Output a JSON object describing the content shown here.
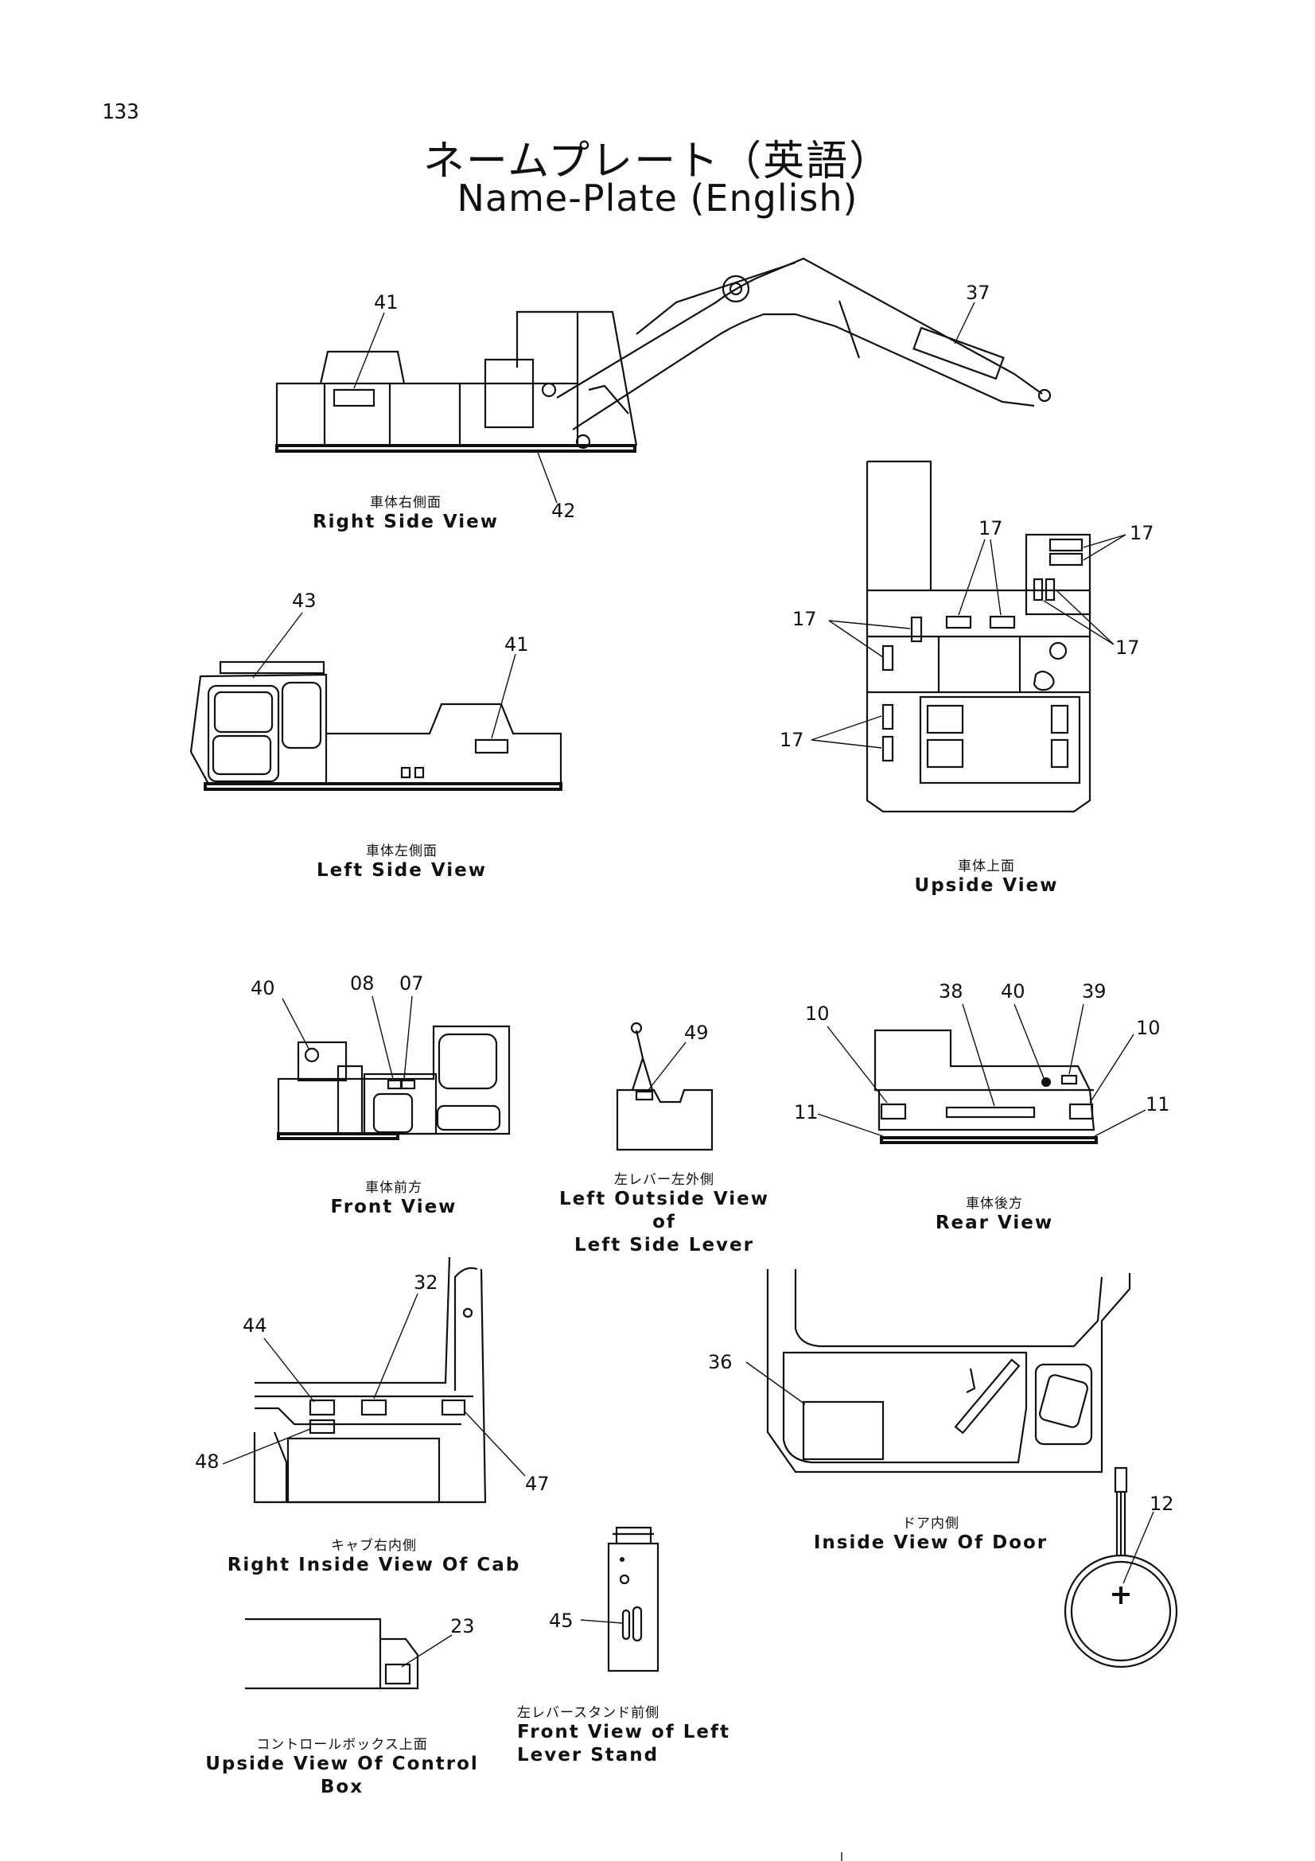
{
  "page_number": "133",
  "title": {
    "japanese": "ネームプレート（英語）",
    "english": "Name-Plate (English)"
  },
  "views": [
    {
      "id": "right-side",
      "caption_ja": "車体右側面",
      "caption_en": "Right Side View",
      "callouts": [
        "41",
        "37",
        "42"
      ]
    },
    {
      "id": "left-side",
      "caption_ja": "車体左側面",
      "caption_en": "Left Side View",
      "callouts": [
        "43",
        "41"
      ]
    },
    {
      "id": "upside",
      "caption_ja": "車体上面",
      "caption_en": "Upside View",
      "callouts": [
        "17",
        "17",
        "17",
        "17",
        "17"
      ]
    },
    {
      "id": "front",
      "caption_ja": "車体前方",
      "caption_en": "Front View",
      "callouts": [
        "40",
        "08",
        "07"
      ]
    },
    {
      "id": "left-lever",
      "caption_ja": "左レバー左外側",
      "caption_en": "Left Outside View of",
      "caption_en2": "Left Side Lever",
      "callouts": [
        "49"
      ]
    },
    {
      "id": "rear",
      "caption_ja": "車体後方",
      "caption_en": "Rear View",
      "callouts": [
        "38",
        "40",
        "39",
        "10",
        "10",
        "11",
        "11"
      ]
    },
    {
      "id": "cab-inside",
      "caption_ja": "キャブ右内側",
      "caption_en": "Right Inside View Of Cab",
      "callouts": [
        "32",
        "44",
        "48",
        "47"
      ]
    },
    {
      "id": "door-inside",
      "caption_ja": "ドア内側",
      "caption_en": "Inside View Of Door",
      "callouts": [
        "36"
      ]
    },
    {
      "id": "ring",
      "callouts": [
        "12"
      ]
    },
    {
      "id": "control-box",
      "caption_ja": "コントロールボックス上面",
      "caption_en": "Upside View Of Control Box",
      "callouts": [
        "23"
      ]
    },
    {
      "id": "lever-stand",
      "caption_ja": "左レバースタンド前側",
      "caption_en": "Front View of Left",
      "caption_en2": "Lever Stand",
      "callouts": [
        "45"
      ]
    }
  ]
}
